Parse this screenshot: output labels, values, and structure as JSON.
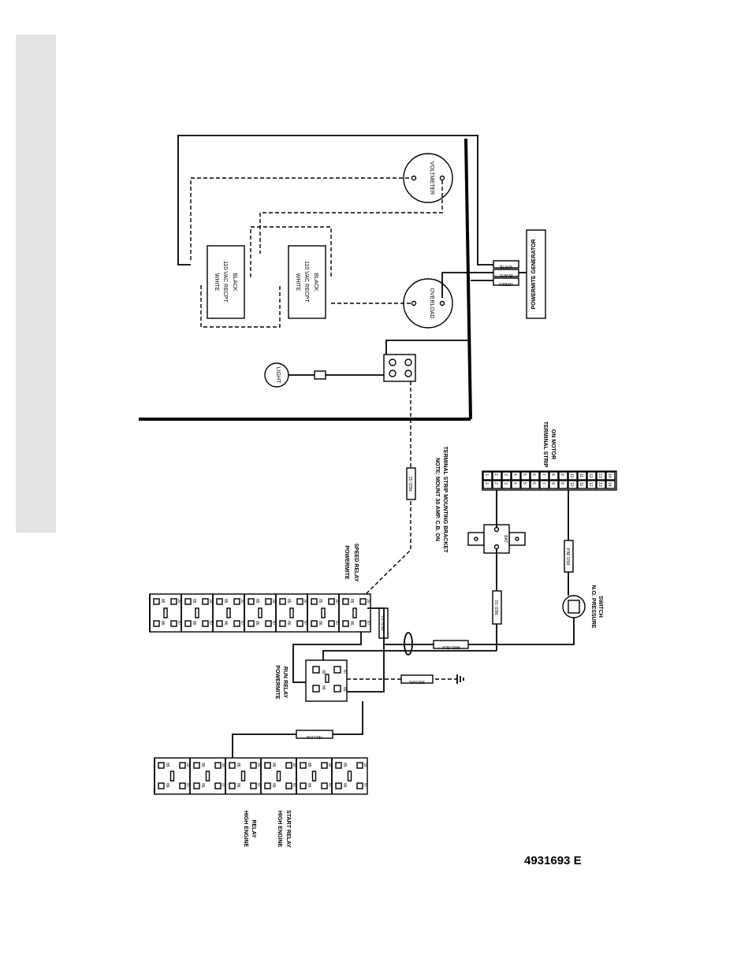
{
  "labels": {
    "voltmeter": "VOLTMETER",
    "overload": "OVERLOAD",
    "light": "LIGHT",
    "white": "WHITE",
    "recept": "110 VAC RECPT.",
    "black": "BLACK",
    "generator": "POWERMITE GENERATOR",
    "gen_white": "WHITE",
    "gen_black": "BLACK",
    "gen_green": "GREEN",
    "terminal_strip_1": "TERMINAL STRIP",
    "terminal_strip_2": "ON MOTOR",
    "note_1": "NOTE: MOUNT 30 AMP. C.B. ON",
    "note_2": "TERMINAL STRIP MOUNTING BRACKET",
    "red12": "RED /12",
    "redblk": "RED /BLK",
    "brown": "BROWN",
    "yellow": "YELLOW",
    "speed_relay_1": "POWERMITE",
    "speed_relay_2": "SPEED RELAY",
    "run_relay_1": "POWERMITE",
    "run_relay_2": "RUN RELAY",
    "pressure_1": "N.O. PRESSURE",
    "pressure_2": "SWITCH",
    "high_engine_1": "HIGH ENGINE",
    "high_engine_2": "RELAY",
    "high_start_1": "HIGH ENGINE",
    "high_start_2": "START RELAY",
    "bat": "BAT"
  },
  "relay_terminals": [
    "85",
    "86",
    "87",
    "30",
    "87a"
  ],
  "terminal_numbers": [
    "1",
    "2",
    "3",
    "4",
    "5",
    "6",
    "7",
    "8",
    "9",
    "10",
    "11",
    "12",
    "13",
    "14"
  ],
  "doc_number": "4931693 E"
}
